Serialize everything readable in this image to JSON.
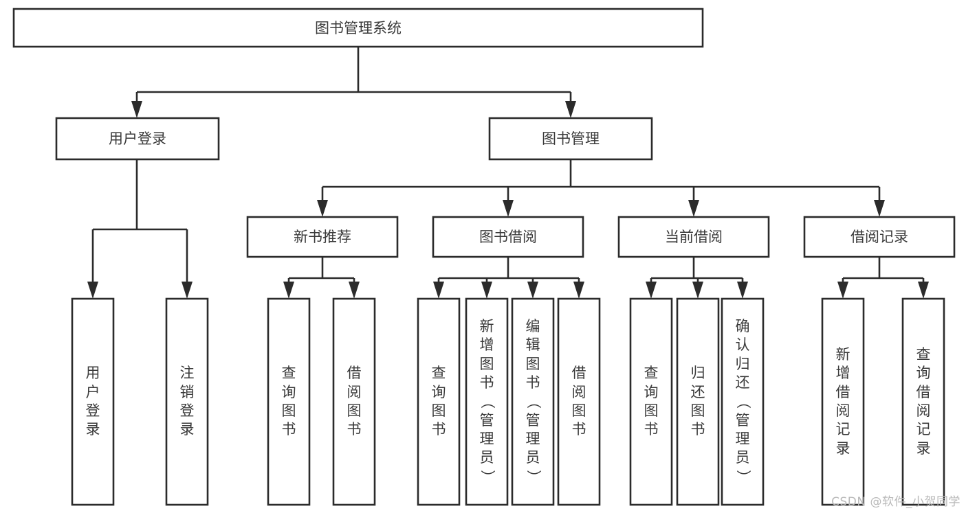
{
  "diagram": {
    "title": "图书管理系统",
    "type": "hierarchical-tree",
    "watermark": "CSDN @软件_小贺同学",
    "colors": {
      "box_stroke": "#2b2b2b",
      "box_fill": "#ffffff",
      "text": "#3a3a3a",
      "background": "#ffffff",
      "watermark": "#b9b9b9"
    },
    "root": {
      "label": "图书管理系统"
    },
    "level2": [
      {
        "label": "用户登录"
      },
      {
        "label": "图书管理"
      }
    ],
    "level3": [
      {
        "label": "新书推荐"
      },
      {
        "label": "图书借阅"
      },
      {
        "label": "当前借阅"
      },
      {
        "label": "借阅记录"
      }
    ],
    "leaves": {
      "user_login": [
        {
          "label": "用户登录"
        },
        {
          "label": "注销登录"
        }
      ],
      "new_book_recommend": [
        {
          "label": "查询图书"
        },
        {
          "label": "借阅图书"
        }
      ],
      "book_borrow": [
        {
          "label": "查询图书"
        },
        {
          "label": "新增图书（管理员）"
        },
        {
          "label": "编辑图书（管理员）"
        },
        {
          "label": "借阅图书"
        }
      ],
      "current_borrow": [
        {
          "label": "查询图书"
        },
        {
          "label": "归还图书"
        },
        {
          "label": "确认归还（管理员）"
        }
      ],
      "borrow_record": [
        {
          "label": "新增借阅记录"
        },
        {
          "label": "查询借阅记录"
        }
      ]
    }
  }
}
